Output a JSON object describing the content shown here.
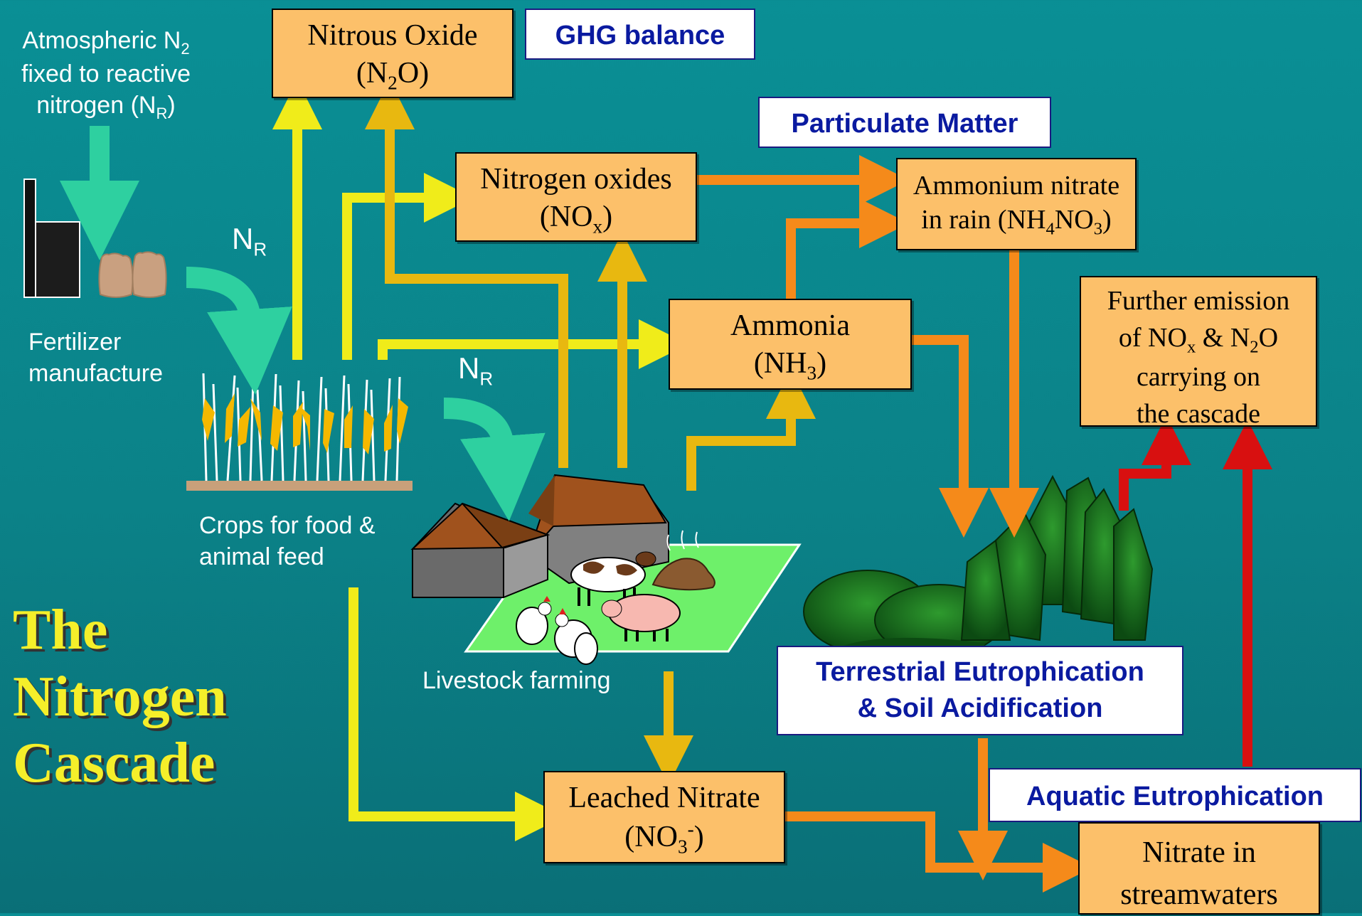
{
  "title_lines": [
    "The",
    "Nitrogen",
    "Cascade"
  ],
  "labels": {
    "atmospheric_line1": "Atmospheric N",
    "atmospheric_line1_sub": "2",
    "atmospheric_line2": "fixed to reactive",
    "atmospheric_line3": "nitrogen (N",
    "atmospheric_line3_sub": "R",
    "atmospheric_line3_end": ")",
    "fertilizer_line1": "Fertilizer",
    "fertilizer_line2": "manufacture",
    "crops_line1": "Crops for food &",
    "crops_line2": "animal feed",
    "livestock": "Livestock farming",
    "nr_main": "N",
    "nr_sub": "R"
  },
  "boxes": {
    "nitrous_oxide": {
      "line1": "Nitrous Oxide",
      "line2_pre": "(N",
      "line2_sub": "2",
      "line2_post": "O)"
    },
    "nitrogen_oxides": {
      "line1": "Nitrogen oxides",
      "line2_pre": "(NO",
      "line2_sub": "x",
      "line2_post": ")"
    },
    "ammonium_nitrate": {
      "line1": "Ammonium nitrate",
      "line2_pre": "in rain (NH",
      "line2_sub1": "4",
      "line2_mid": "NO",
      "line2_sub2": "3",
      "line2_post": ")"
    },
    "ammonia": {
      "line1": "Ammonia",
      "line2_pre": "(NH",
      "line2_sub": "3",
      "line2_post": ")"
    },
    "further_emission": {
      "line1": "Further emission",
      "line2_pre": "of NO",
      "line2_sub1": "x",
      "line2_mid": " & N",
      "line2_sub2": "2",
      "line2_post": "O",
      "line3": "carrying on",
      "line4": "the cascade"
    },
    "leached_nitrate": {
      "line1": "Leached Nitrate",
      "line2_pre": "(NO",
      "line2_sub": "3",
      "line2_sup": "-",
      "line2_post": ")"
    },
    "nitrate_streams": {
      "line1": "Nitrate in",
      "line2": "streamwaters"
    }
  },
  "impacts": {
    "ghg": "GHG balance",
    "particulate": "Particulate Matter",
    "terrestrial_line1": "Terrestrial Eutrophication",
    "terrestrial_line2": "& Soil Acidification",
    "aquatic": "Aquatic Eutrophication"
  },
  "colors": {
    "background": "#0a8f95",
    "box_fill": "#fcc06a",
    "yellow_arrow": "#f0ec1a",
    "gold_arrow": "#e8b810",
    "orange_arrow": "#f58a1a",
    "red_arrow": "#d81010",
    "green_arrow": "#2ed0a0",
    "impact_text": "#0a1aa0",
    "title": "#f5ef2a"
  },
  "icons": [
    "factory-icon",
    "fertilizer-sacks-icon",
    "crops-icon",
    "barn-icon",
    "cow-icon",
    "pig-icon",
    "chickens-icon",
    "manure-icon",
    "forest-icon"
  ]
}
